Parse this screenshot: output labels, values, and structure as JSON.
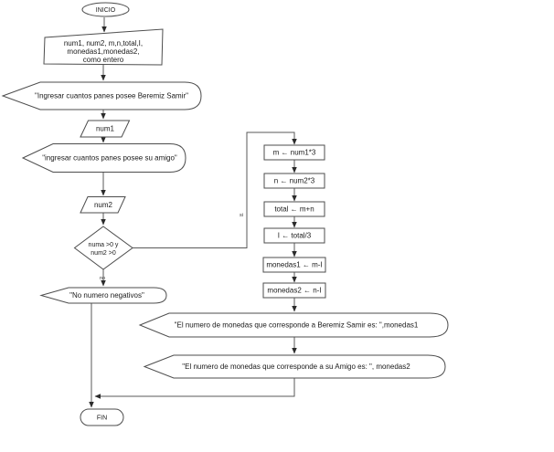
{
  "flowchart": {
    "nodes": {
      "inicio": "INICIO",
      "declaration": {
        "line1": "num1, num2, m,n,total,I,",
        "line2": "monedas1,monedas2,",
        "line3": "como entero"
      },
      "display_beremiz": "\"Ingresar cuantos panes posee Beremiz Samir\"",
      "input_num1": "num1",
      "display_amigo": "\"ingresar cuantos panes posee su amigo\"",
      "input_num2": "num2",
      "decision": {
        "line1": "numa >0 y",
        "line2": "num2 >0"
      },
      "display_negativos": "\"No numero negativos\"",
      "process_m": "m ← num1*3",
      "process_n": "n ← num2*3",
      "process_total": "total ← m+n",
      "process_i": "I ← total/3",
      "process_monedas1": "monedas1 ← m-I",
      "process_monedas2": "monedas2 ← n-I",
      "output_monedas1": "\"El numero de monedas que corresponde a Beremiz Samir es: \",monedas1",
      "output_monedas2": "\"El numero de monedas que corresponde a su Amigo es: \", monedas2",
      "fin": "FIN"
    },
    "edge_labels": {
      "yes": "si",
      "no": "no"
    },
    "colors": {
      "shape_stroke": "#4d4d4d",
      "edge_stroke": "#595959",
      "shape_fill": "#ffffff",
      "text": "#1a1a1a",
      "background": "#ffffff"
    }
  }
}
